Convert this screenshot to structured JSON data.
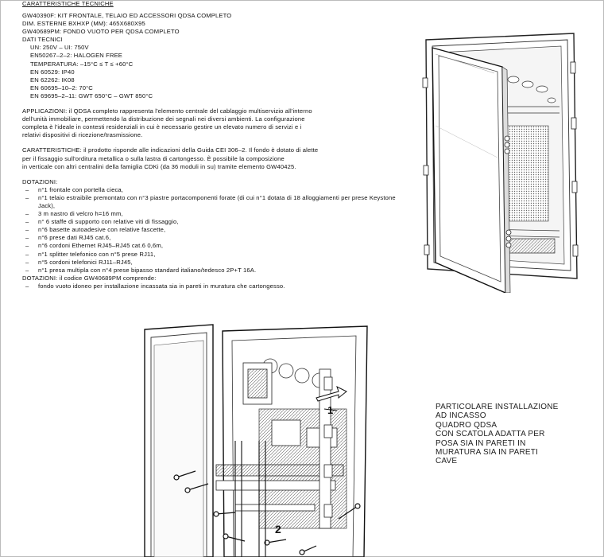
{
  "header_partial": "CARATTERISTICHE TECNICHE",
  "codes": [
    "GW40390F: KIT FRONTALE, TELAIO ED ACCESSORI QDSA COMPLETO",
    "DIM. ESTERNE BXHXP (MM): 465X680X95",
    "GW40689PM: FONDO VUOTO PER QDSA COMPLETO"
  ],
  "tech_data_title": "DATI TECNICI",
  "tech_data": [
    "UN: 250V – UI: 750V",
    "EN50267–2–2: HALOGEN FREE",
    "TEMPERATURA: –15°C ≤ T ≤ +60°C",
    "EN 60529: IP40",
    "EN 62262: IK08",
    "EN 60695–10–2: 70°C",
    "EN 69695–2–11: GWT 650°C – GWT 850°C"
  ],
  "applications": [
    "APPLICAZIONI: il QDSA completo rappresenta l'elemento centrale del cablaggio multiservizio all'interno",
    "dell'unità immobiliare, permettendo la distribuzione dei segnali nei diversi ambienti. La configurazione",
    "completa è l'ideale in contesti residenziali in cui è necessario gestire un elevato numero di servizi e i",
    "relativi dispositivi di ricezione/trasmissione."
  ],
  "characteristics": [
    "CARATTERISTICHE: il prodotto risponde alle indicazioni della Guida CEI 306–2. Il fondo è dotato di alette",
    "per il fissaggio sull'orditura metallica o sulla lastra di cartongesso. È possibile la composizione",
    "in verticale con altri centralini della famiglia CDKi (da 36 moduli in su) tramite elemento GW40425."
  ],
  "equipment_title": "DOTAZIONI:",
  "equipment": [
    "n°1 frontale con portella cieca,",
    "n°1 telaio estraibile premontato con n°3 piastre portacomponenti forate (di cui n°1 dotata di 18 alloggiamenti per prese Keystone Jack),",
    "3 m nastro di velcro h=16 mm,",
    "n° 6 staffe di supporto con relative viti di fissaggio,",
    "n°6 basette autoadesive con relative fascette,",
    "n°6 prese dati RJ45 cat.6,",
    "n°6 cordoni Ethernet RJ45–RJ45 cat.6 0,6m,",
    "n°1 splitter telefonico con n°5 prese RJ11,",
    "n°5 cordoni telefonici RJ11–RJ45,",
    "n°1 presa multipla con n°4 prese bipasso standard italiano/tedesco 2P+T 16A."
  ],
  "equipment2_title": "DOTAZIONI: il codice GW40689PM comprende:",
  "equipment2": [
    "fondo vuoto idoneo per installazione incassata sia in pareti in muratura che cartongesso."
  ],
  "caption_lines": [
    "PARTICOLARE INSTALLAZIONE",
    "AD INCASSO",
    "QUADRO QDSA",
    "CON SCATOLA ADATTA PER",
    "POSA SIA IN PARETI IN",
    "MURATURA SIA IN PARETI",
    "CAVE"
  ],
  "callout_1": "1",
  "callout_2": "2"
}
